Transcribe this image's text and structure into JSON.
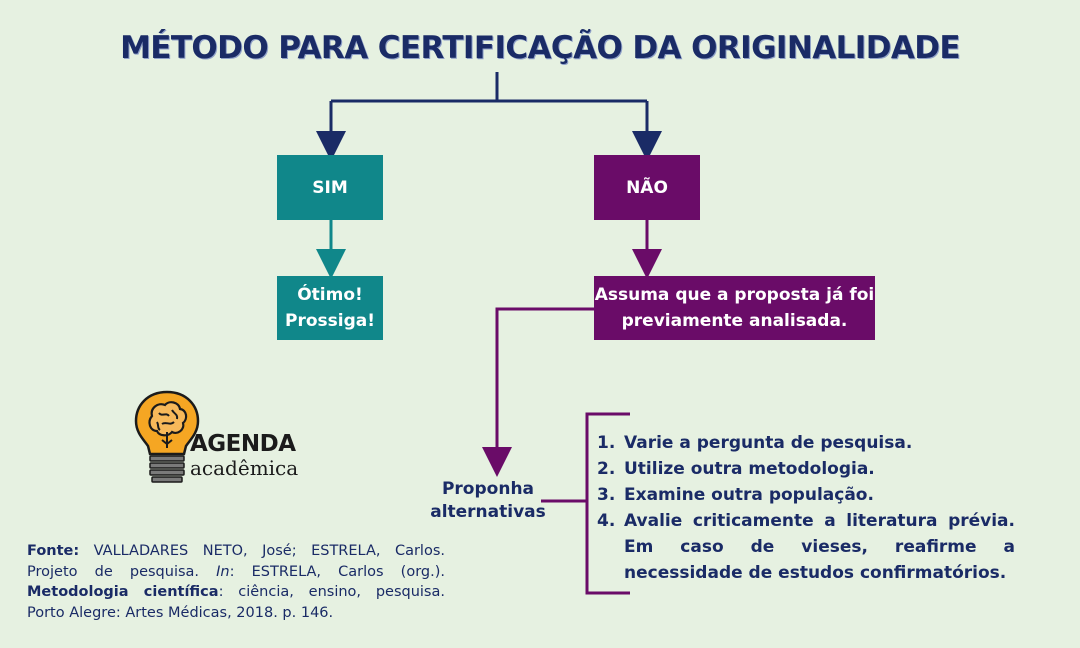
{
  "title": "MÉTODO PARA CERTIFICAÇÃO DA ORIGINALIDADE",
  "branches": {
    "yes": {
      "label": "SIM",
      "result": [
        "Ótimo!",
        "Prossiga!"
      ]
    },
    "no": {
      "label": "NÃO",
      "result": [
        "Assuma que a proposta já foi",
        "previamente analisada."
      ]
    }
  },
  "alternatives": {
    "label": [
      "Proponha",
      "alternativas"
    ],
    "items": [
      {
        "num": "1.",
        "text": "Varie a pergunta de pesquisa."
      },
      {
        "num": "2.",
        "text": "Utilize outra metodologia."
      },
      {
        "num": "3.",
        "text": "Examine outra população."
      },
      {
        "num": "4.",
        "text": "Avalie criticamente a literatura prévia. Em caso de vieses, reafirme a necessidade de estudos confirmatórios."
      }
    ]
  },
  "logo": {
    "line1": "AGENDA",
    "line2": "acadêmica"
  },
  "source": {
    "label1": "Fonte:",
    "text1": " VALLADARES NETO, José; ESTRELA, Carlos. Projeto de pesquisa. ",
    "italic": "In",
    "text2": ": ESTRELA, Carlos (org.). ",
    "label2": "Metodologia científica",
    "text3": ": ciência, ensino, pesquisa. Porto Alegre: Artes Médicas, 2018. p. 146."
  },
  "colors": {
    "navy": "#1a2b66",
    "teal": "#10878a",
    "purple": "#6a0c68",
    "background": "#e6f1e1"
  }
}
